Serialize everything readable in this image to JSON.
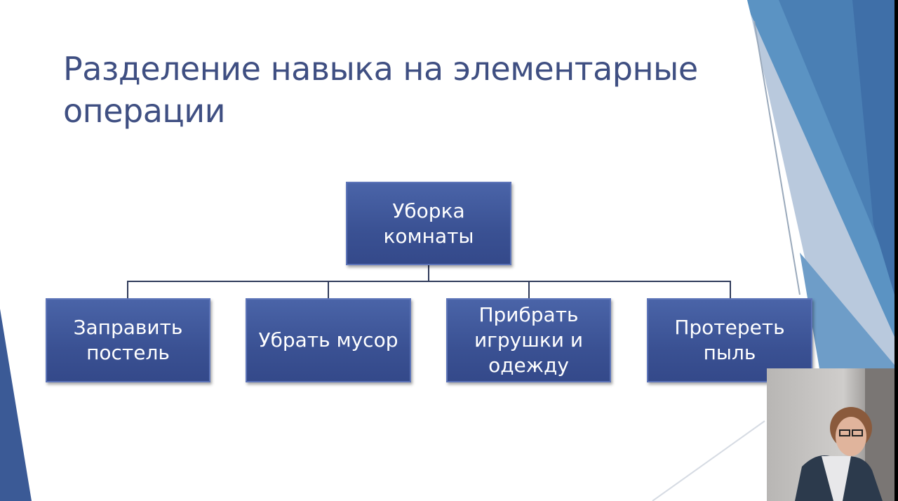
{
  "slide": {
    "title_line1": "Разделение навыка на элементарные",
    "title_line2": "операции"
  },
  "diagram": {
    "root": {
      "line1": "Уборка",
      "line2": "комнаты"
    },
    "children": [
      {
        "line1": "Заправить",
        "line2": "постель"
      },
      {
        "line1": "Убрать мусор"
      },
      {
        "line1": "Прибрать",
        "line2": "игрушки и",
        "line3": "одежду"
      },
      {
        "line1": "Протереть",
        "line2": "пыль"
      }
    ]
  },
  "colors": {
    "title": "#3f4f82",
    "box": "#3a5193",
    "accent": "#4a80b8"
  }
}
